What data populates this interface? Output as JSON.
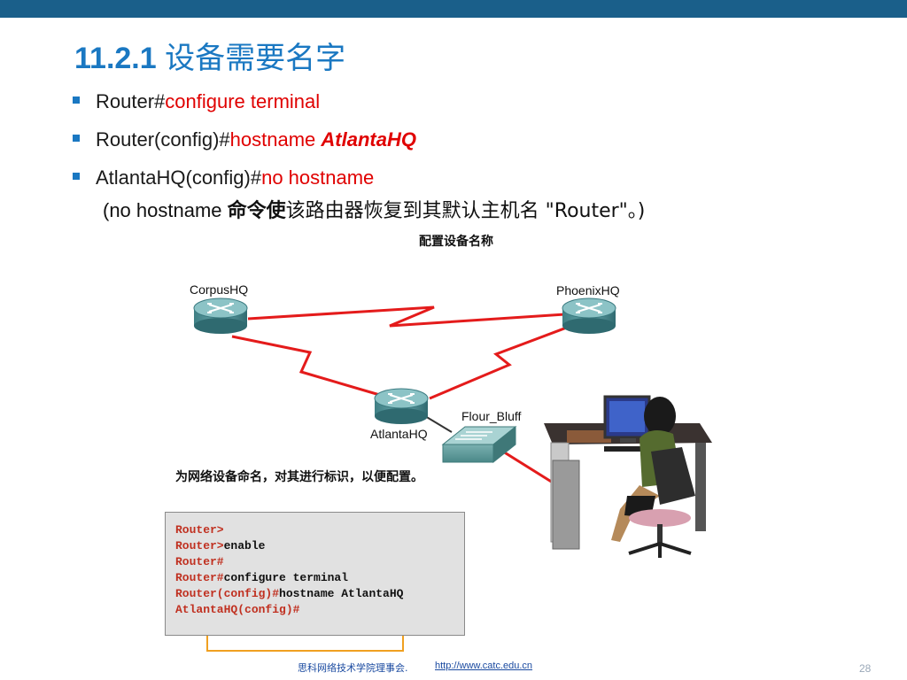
{
  "slide": {
    "title_num": "11.2.1",
    "title_cn": "设备需要名字",
    "bullets": [
      {
        "prefix": "Router#",
        "command": "configure terminal",
        "arg": ""
      },
      {
        "prefix": "Router(config)#",
        "command": "hostname",
        "arg": "AtlantaHQ"
      },
      {
        "prefix": "AtlantaHQ(config)#",
        "command": "no hostname",
        "arg": ""
      }
    ],
    "note": {
      "a": "(no hostname ",
      "b": "命令使",
      "c": "该路由器恢复到其默认主机名 \"Router\"。)"
    }
  },
  "figure": {
    "title": "配置设备名称",
    "devices": {
      "corpus": "CorpusHQ",
      "phoenix": "PhoenixHQ",
      "atlanta": "AtlantaHQ",
      "switch": "Flour_Bluff"
    },
    "caption": "为网络设备命名，对其进行标识，以便配置。",
    "console_lines": [
      {
        "prompt": "Router>",
        "cmd": ""
      },
      {
        "prompt": "Router>",
        "cmd": "enable"
      },
      {
        "prompt": "Router#",
        "cmd": ""
      },
      {
        "prompt": "Router#",
        "cmd": "configure terminal"
      },
      {
        "prompt": "Router(config)#",
        "cmd": "hostname AtlantaHQ"
      },
      {
        "prompt": "AtlantaHQ(config)#",
        "cmd": ""
      }
    ]
  },
  "footer": {
    "org": "思科网络技术学院理事会.",
    "link": "http://www.catc.edu.cn",
    "page": "28"
  },
  "colors": {
    "topbar": "#1a5f8a",
    "title": "#1a78c2",
    "command": "#e00000",
    "link_red": "#e00000",
    "highlight": "#f0a020"
  }
}
